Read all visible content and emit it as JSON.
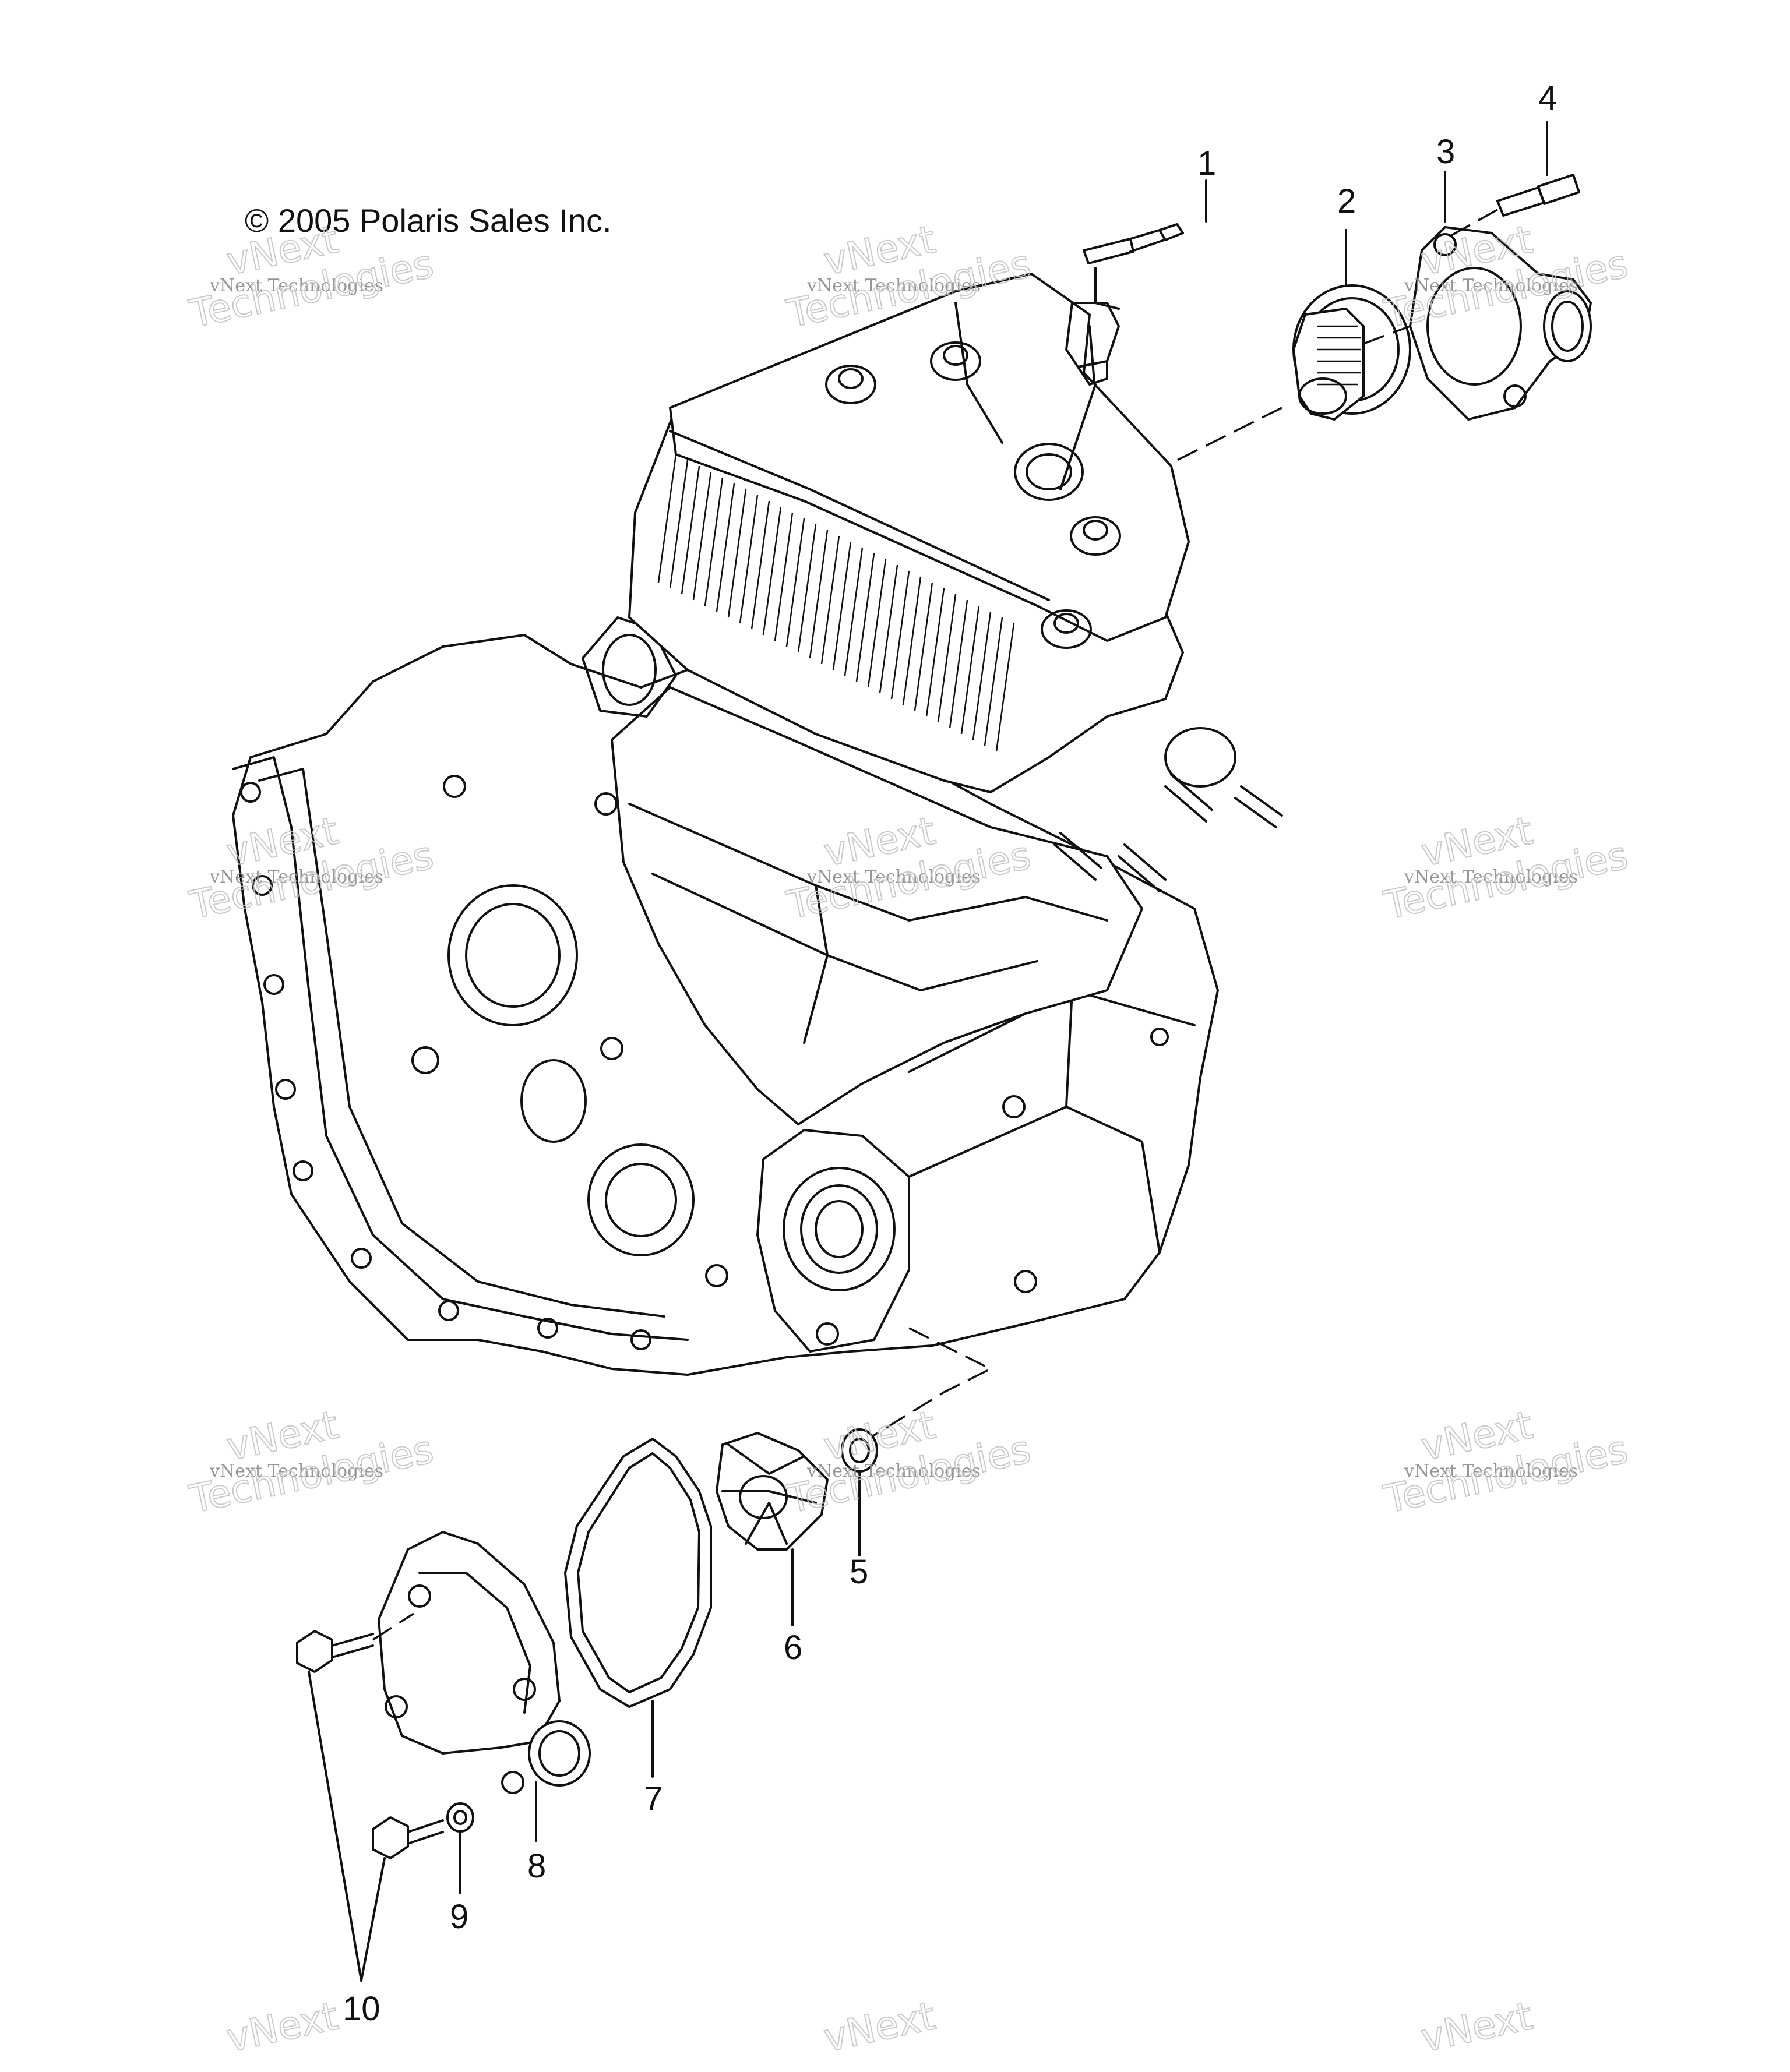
{
  "copyright": "© 2005 Polaris Sales Inc.",
  "watermark": {
    "line1": "vNext Technologies",
    "line2": "vNext",
    "line3": "Technologies"
  },
  "callouts": [
    "1",
    "2",
    "3",
    "4",
    "5",
    "6",
    "7",
    "8",
    "9",
    "10"
  ]
}
